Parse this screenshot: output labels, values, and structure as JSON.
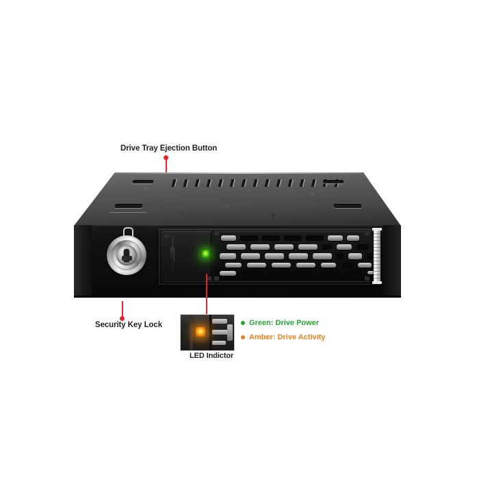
{
  "callouts": {
    "eject": {
      "label": "Drive Tray Ejection Button",
      "icon": "leader-line-icon"
    },
    "lock": {
      "label": "Security Key Lock",
      "icon": "leader-line-icon"
    },
    "led": {
      "label": "LED Indictor",
      "icon": "leader-line-icon"
    }
  },
  "legend": {
    "items": [
      {
        "label": "Green: Drive Power",
        "color": "#22a62f"
      },
      {
        "label": "Amber: Drive Activity",
        "color": "#e8821e"
      }
    ]
  },
  "device": {
    "name": "mobile-rack-drive-enclosure",
    "body_color": "#0d0d0d",
    "top_color": "#5a5a5a",
    "accent_color": "#e8232a",
    "led_green_color": "#33a808",
    "led_amber_color": "#f08a08",
    "lock_color": "#d3d3d3"
  },
  "background": {
    "color": "#ffffff"
  }
}
